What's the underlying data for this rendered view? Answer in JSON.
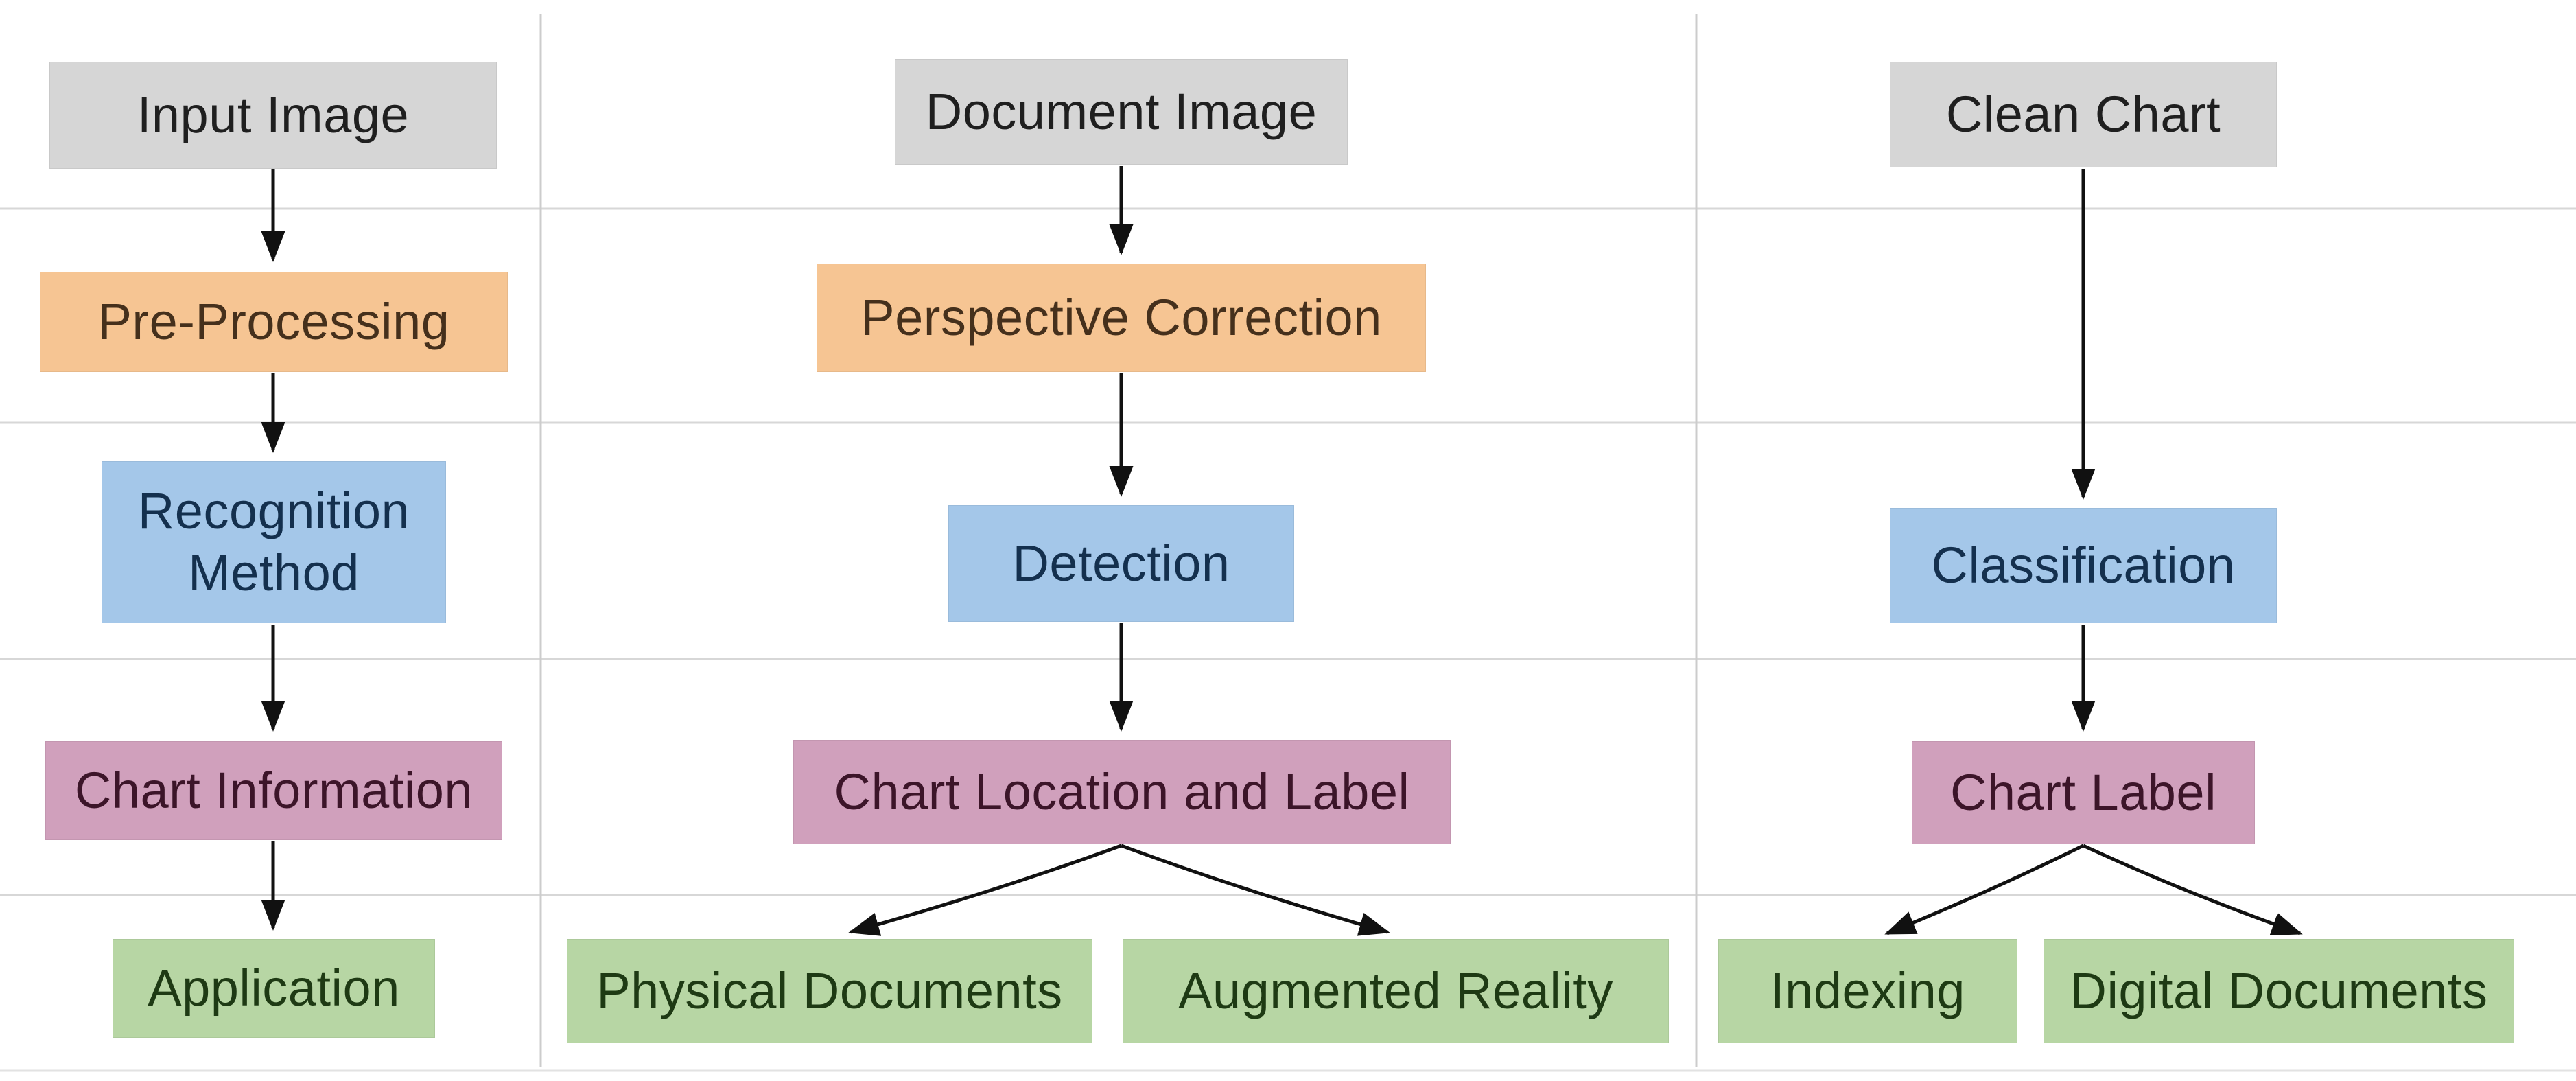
{
  "figure": {
    "type": "flowchart",
    "nodes": {
      "input_image": {
        "label": "Input Image",
        "stage": "source"
      },
      "pre_processing": {
        "label": "Pre-Processing",
        "stage": "process"
      },
      "recognition_method": {
        "label": "Recognition Method",
        "stage": "method"
      },
      "chart_information": {
        "label": "Chart Information",
        "stage": "output"
      },
      "application": {
        "label": "Application",
        "stage": "application"
      },
      "document_image": {
        "label": "Document Image",
        "stage": "source"
      },
      "perspective_correction": {
        "label": "Perspective Correction",
        "stage": "process"
      },
      "detection": {
        "label": "Detection",
        "stage": "method"
      },
      "chart_location_label": {
        "label": "Chart Location and Label",
        "stage": "output"
      },
      "physical_documents": {
        "label": "Physical Documents",
        "stage": "application"
      },
      "augmented_reality": {
        "label": "Augmented Reality",
        "stage": "application"
      },
      "clean_chart": {
        "label": "Clean Chart",
        "stage": "source"
      },
      "classification": {
        "label": "Classification",
        "stage": "method"
      },
      "chart_label": {
        "label": "Chart Label",
        "stage": "output"
      },
      "indexing": {
        "label": "Indexing",
        "stage": "application"
      },
      "digital_documents": {
        "label": "Digital Documents",
        "stage": "application"
      }
    },
    "edges": [
      {
        "from": "input_image",
        "to": "pre_processing"
      },
      {
        "from": "pre_processing",
        "to": "recognition_method"
      },
      {
        "from": "recognition_method",
        "to": "chart_information"
      },
      {
        "from": "chart_information",
        "to": "application"
      },
      {
        "from": "document_image",
        "to": "perspective_correction"
      },
      {
        "from": "perspective_correction",
        "to": "detection"
      },
      {
        "from": "detection",
        "to": "chart_location_label"
      },
      {
        "from": "chart_location_label",
        "to": "physical_documents"
      },
      {
        "from": "chart_location_label",
        "to": "augmented_reality"
      },
      {
        "from": "clean_chart",
        "to": "classification"
      },
      {
        "from": "classification",
        "to": "chart_label"
      },
      {
        "from": "chart_label",
        "to": "indexing"
      },
      {
        "from": "chart_label",
        "to": "digital_documents"
      }
    ],
    "palette": {
      "source_fill": "#d6d6d6",
      "source_text": "#1f1f1f",
      "process_fill": "#f6c593",
      "process_text": "#45301c",
      "method_fill": "#a4c7e9",
      "method_text": "#14304e",
      "output_fill": "#d0a0bc",
      "output_text": "#3c1529",
      "application_fill": "#b7d6a4",
      "application_text": "#1e3a14",
      "gridline": "#d7d7d7",
      "divider": "#cccccc",
      "arrow": "#111111"
    }
  }
}
